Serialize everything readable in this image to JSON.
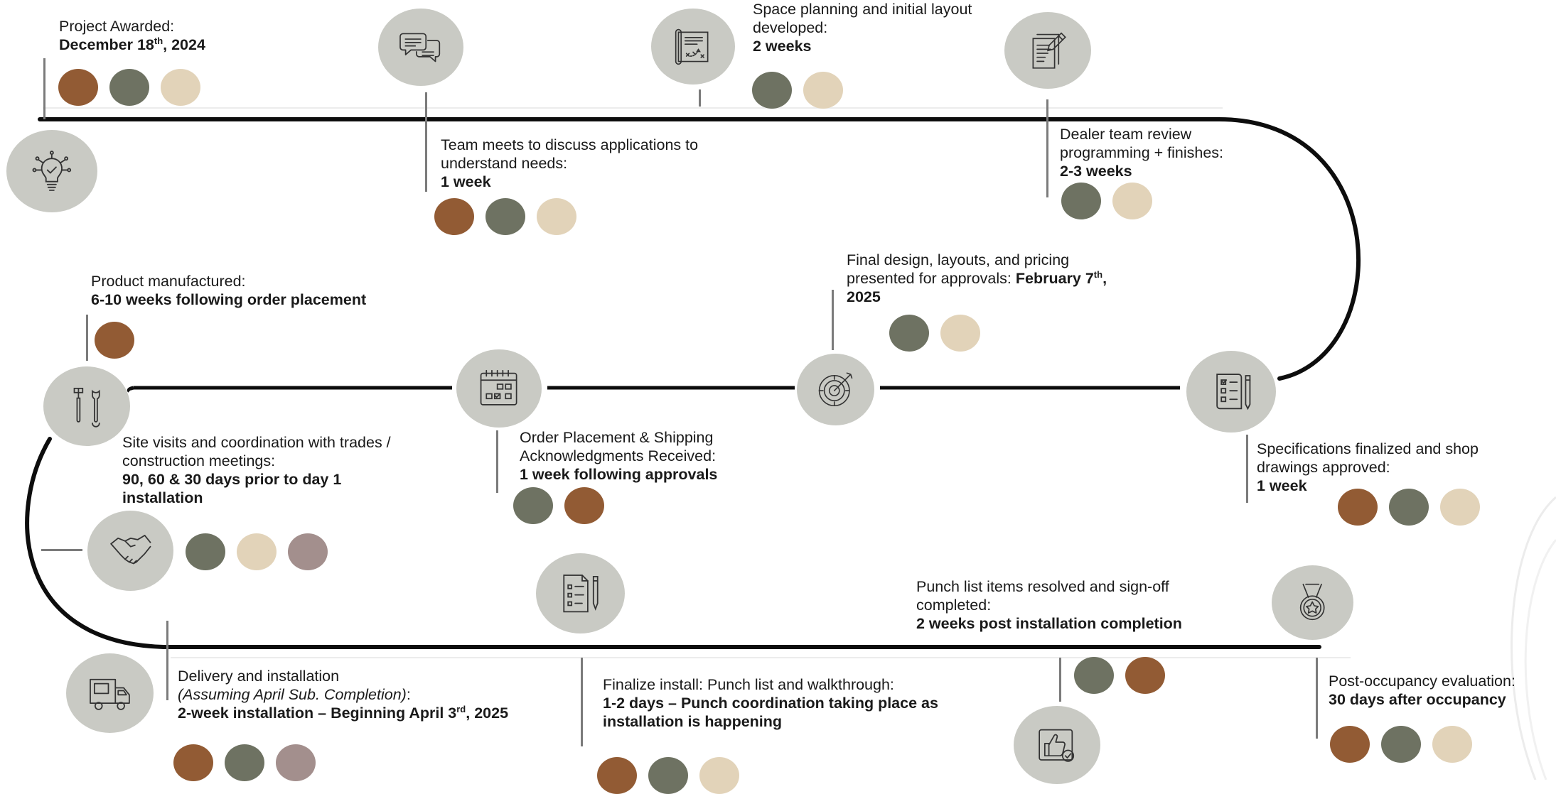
{
  "colors": {
    "brown": "#925b34",
    "olive": "#6e7262",
    "beige": "#e2d3b9",
    "mauve": "#a38f8d",
    "icon_bg": "#c9cac4",
    "track": "#0d0d0d"
  },
  "milestones": [
    {
      "id": "awarded",
      "icon": "lightbulb-icon",
      "label": "Project Awarded:",
      "value_pre": "December 18",
      "value_sup": "th",
      "value_post": ", 2024",
      "dots": [
        "brown",
        "olive",
        "beige"
      ]
    },
    {
      "id": "team-meets",
      "icon": "chat-bubbles-icon",
      "label": "Team meets to discuss applications to understand needs:",
      "value": "1 week",
      "dots": [
        "brown",
        "olive",
        "beige"
      ]
    },
    {
      "id": "space-planning",
      "icon": "blueprint-icon",
      "label": "Space planning and initial layout developed:",
      "value": "2 weeks",
      "dots": [
        "olive",
        "beige"
      ]
    },
    {
      "id": "dealer-review",
      "icon": "document-pen-icon",
      "label": "Dealer team review programming + finishes:",
      "value": "2-3 weeks",
      "dots": [
        "olive",
        "beige"
      ]
    },
    {
      "id": "specifications",
      "icon": "checklist-icon",
      "label": "Specifications finalized and shop drawings approved:",
      "value": "1 week",
      "dots": [
        "brown",
        "olive",
        "beige"
      ]
    },
    {
      "id": "final-design",
      "icon": "target-icon",
      "label": "Final design, layouts, and pricing presented for approvals:",
      "value_pre": " February 7",
      "value_sup": "th",
      "value_post": ", 2025",
      "dots": [
        "olive",
        "beige"
      ]
    },
    {
      "id": "order-placement",
      "icon": "calendar-icon",
      "label": "Order Placement & Shipping Acknowledgments Received:",
      "value": "1 week following approvals",
      "dots": [
        "olive",
        "brown"
      ]
    },
    {
      "id": "manufactured",
      "icon": "tools-icon",
      "label": "Product manufactured:",
      "value": "6-10 weeks following order placement",
      "dots": [
        "brown"
      ]
    },
    {
      "id": "site-visits",
      "icon": "handshake-icon",
      "label": "Site visits and coordination with trades / construction meetings:",
      "value": "90, 60 & 30 days prior to day 1 installation",
      "dots": [
        "olive",
        "beige",
        "mauve"
      ]
    },
    {
      "id": "delivery",
      "icon": "truck-icon",
      "label": "Delivery and installation",
      "label_italic": "(Assuming April Sub. Completion)",
      "label_colon": ":",
      "value_pre": "2-week installation – Beginning April 3",
      "value_sup": "rd",
      "value_post": ", 2025",
      "dots": [
        "brown",
        "olive",
        "mauve"
      ]
    },
    {
      "id": "finalize-install",
      "icon": "clipboard-pen-icon",
      "label": "Finalize install: Punch list and walkthrough:",
      "value": "1-2 days – Punch coordination taking place as installation is happening",
      "dots": [
        "brown",
        "olive",
        "beige"
      ]
    },
    {
      "id": "punch-list",
      "icon": "thumbs-up-icon",
      "label": "Punch list items resolved and sign-off completed:",
      "value": "2 weeks post installation completion",
      "dots": [
        "olive",
        "brown"
      ]
    },
    {
      "id": "post-occupancy",
      "icon": "medal-icon",
      "label": "Post-occupancy evaluation:",
      "value": "30 days after occupancy",
      "dots": [
        "brown",
        "olive",
        "beige"
      ]
    }
  ]
}
